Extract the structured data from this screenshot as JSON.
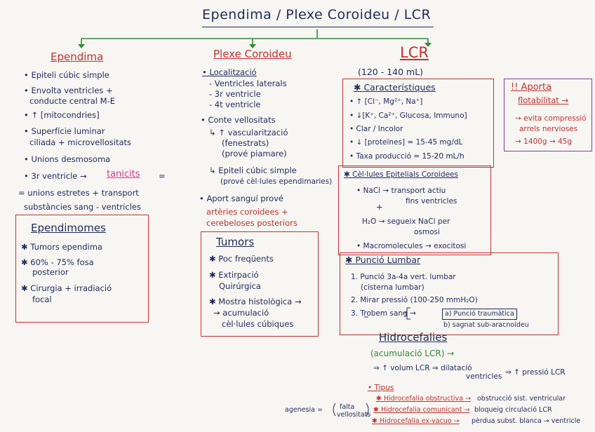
{
  "title": "Ependima / Plexe Coroideu / LCR",
  "ependima": {
    "heading": "Ependima",
    "items": [
      "• Epiteli cúbic simple",
      "• Envolta ventricles +",
      "conducte central M-E",
      "• ↑ [mitocondries]",
      "• Superfície luminar",
      "ciliada + microvellositats",
      "• Unions desmosoma",
      "• 3r ventricle →",
      "tanicits",
      "=",
      "= unions estretes + transport",
      "substàncies sang - ventricles"
    ],
    "ependimomes": {
      "heading": "Ependimomes",
      "items": [
        "✱ Tumors ependima",
        "✱ 60% - 75% fosa",
        "posterior",
        "✱ Cirurgia + irradiació",
        "focal"
      ]
    }
  },
  "plexe": {
    "heading": "Plexe Coroideu",
    "localitzacio": "• Localització",
    "loc_items": [
      "- Ventricles laterals",
      "- 3r ventricle",
      "- 4t ventricle"
    ],
    "conte": "• Conte vellositats",
    "conte_items": [
      "↳ ↑ vascularització",
      "(fenestrats)",
      "(prové piamare)",
      "↳ Epiteli cúbic simple",
      "(prové cèl·lules ependimaries)"
    ],
    "aport": "• Aport sanguí prové",
    "aport_red": [
      "artèries coroidees +",
      "cerebeloses posteriors"
    ],
    "tumors": {
      "heading": "Tumors",
      "items": [
        "✱ Poc freqüents",
        "✱ Extirpació",
        "Quirúrgica",
        "✱ Mostra histològica →",
        "→ acumulació",
        "cèl·lules cúbiques"
      ]
    }
  },
  "lcr": {
    "heading": "LCR",
    "volume": "(120 - 140 mL)",
    "caracteristiques": {
      "heading": "✱ Característiques",
      "items": [
        "• ↑ [Cl⁻, Mg²⁺, Na⁺]",
        "• ↓[K⁺, Ca²⁺, Glucosa, Immuno]",
        "• Clar / Incolor",
        "• ↓ [proteïnes] = 15-45 mg/dL",
        "• Taxa producció = 15-20 mL/h"
      ]
    },
    "cellules": {
      "heading": "✱ Cèl·lules Epitelials Coroidees",
      "items": [
        "• NaCl → transport actiu",
        "fins ventricles",
        "+",
        "H₂O → segueix NaCl per",
        "osmosi",
        "• Macromolecules → exocitosi"
      ]
    },
    "puncio": {
      "heading": "✱ Punció Lumbar",
      "items": [
        "1. Punció 3a-4a vert. lumbar",
        "(cisterna lumbar)",
        "2. Mirar pressió (100-250 mmH₂O)",
        "3. Trobem sang →"
      ],
      "option_a": "a) Punció traumàtica",
      "option_b": "b) sagnat sub-aracnoideu"
    },
    "aporta": {
      "heading": "!! Aporta",
      "sub": "flotabilitat →",
      "items": [
        "→ evita compressió",
        "arrels nervioses",
        "→ 1400g → 45g"
      ]
    }
  },
  "hidrocefalies": {
    "heading": "Hidrocefalies",
    "acumulacio": "(acumulació LCR) →",
    "effect": "⇒ ↑ volum LCR ⇒ dilatació",
    "effect_b": "ventricles",
    "effect_c": "⇒ ↑ pressió LCR",
    "tipus": "• Tipus",
    "types": [
      "✱ Hidrocefalia obstructiva →",
      "✱ Hidrocefalia comunicant →",
      "✱ Hidrocefalia ex-vacuo →"
    ],
    "causes": [
      "obstrucció sist. ventricular",
      "bloqueig circulació LCR",
      "pèrdua subst. blanca → ventricle"
    ],
    "agenesia": "agenesia =",
    "falta": "falta",
    "vellositats": "vellositats"
  },
  "colors": {
    "ink": "#1f2a5c",
    "red": "#c9302c",
    "pink": "#d63a8a",
    "green": "#2f8a3a",
    "purple": "#8a3c9a"
  }
}
